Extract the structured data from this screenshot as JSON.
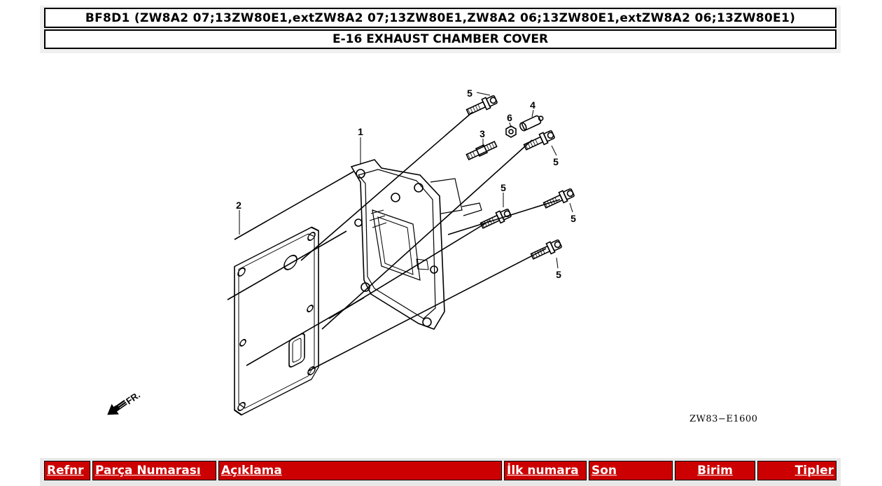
{
  "header": {
    "model_title": "BF8D1 (ZW8A2 07;13ZW80E1,extZW8A2 07;13ZW80E1,ZW8A2 06;13ZW80E1,extZW8A2 06;13ZW80E1)",
    "section_title": "E-16 EXHAUST CHAMBER COVER"
  },
  "diagram": {
    "callouts": [
      "1",
      "2",
      "3",
      "4",
      "5",
      "5",
      "5",
      "5",
      "5",
      "6"
    ],
    "direction_label": "FR.",
    "drawing_code": "ZW83−E1600"
  },
  "table_header": {
    "columns": [
      {
        "label": "Refnr",
        "align": "left"
      },
      {
        "label": "Parça Numarası",
        "align": "left"
      },
      {
        "label": "Açıklama",
        "align": "left"
      },
      {
        "label": "İlk numara",
        "align": "left"
      },
      {
        "label": "Son",
        "align": "left"
      },
      {
        "label": "Birim",
        "align": "center"
      },
      {
        "label": "Tipler",
        "align": "right"
      }
    ]
  },
  "colors": {
    "header_bg": "#cc0000",
    "header_text": "#ffffff"
  }
}
